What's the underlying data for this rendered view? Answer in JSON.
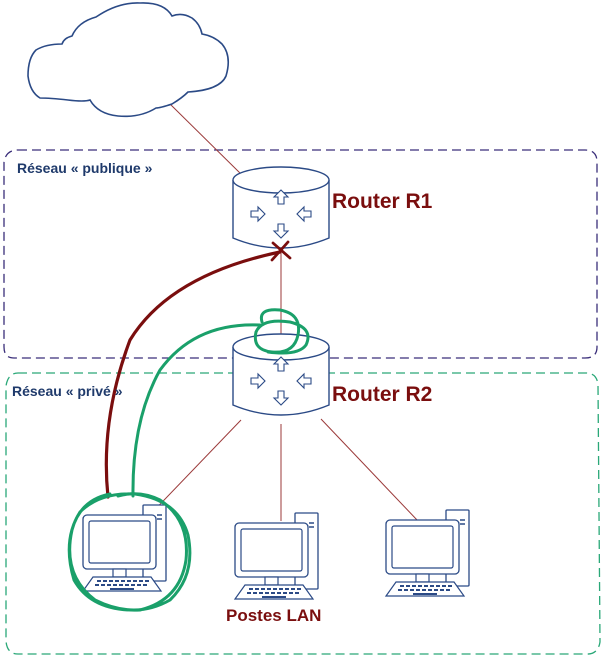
{
  "colors": {
    "outline": "#2b4a86",
    "link": "#9b3a3a",
    "public_zone": "#3a2e7a",
    "private_zone": "#2aa878",
    "blocked_path": "#7a0e0e",
    "allowed_path": "#1aa06a",
    "label_text": "#7a0e0e",
    "zone_text": "#1f3a6b"
  },
  "zones": {
    "public": {
      "label": "Réseau « publique »"
    },
    "private": {
      "label": "Réseau « privé »"
    }
  },
  "nodes": {
    "internet": {
      "type": "cloud"
    },
    "router_r1": {
      "label": "Router R1",
      "type": "router"
    },
    "router_r2": {
      "label": "Router R2",
      "type": "router"
    },
    "lan_hosts": {
      "label": "Postes LAN",
      "count": 3
    }
  },
  "annotations": {
    "blocked_path": {
      "from": "LAN host 1",
      "to": "Router R1",
      "status": "blocked"
    },
    "allowed_path": {
      "from": "LAN host 1",
      "to": "Router R2",
      "status": "allowed"
    }
  }
}
